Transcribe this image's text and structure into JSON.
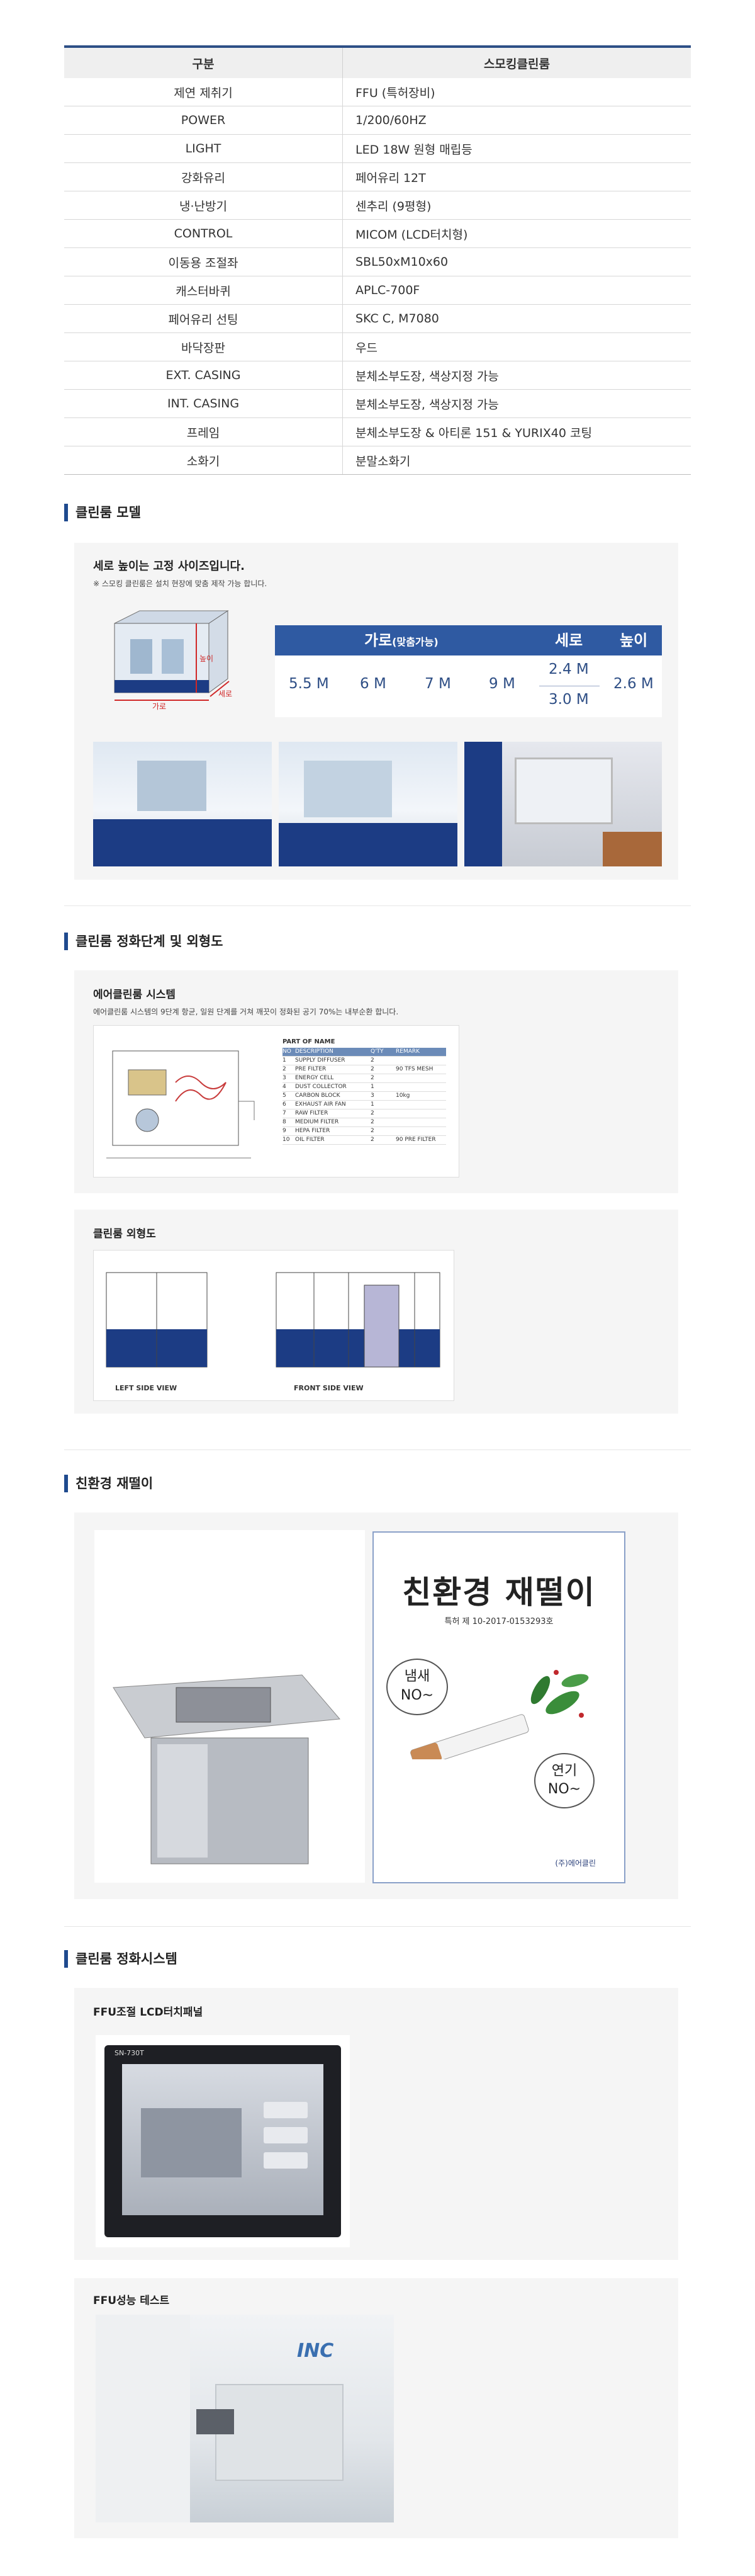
{
  "spec_table": {
    "header": [
      "구분",
      "스모킹클린룸"
    ],
    "rows": [
      [
        "제연 제취기",
        "FFU (특허장비)"
      ],
      [
        "POWER",
        "1/200/60HZ"
      ],
      [
        "LIGHT",
        "LED 18W 원형 매립등"
      ],
      [
        "강화유리",
        "페어유리 12T"
      ],
      [
        "냉·난방기",
        "센추리 (9평형)"
      ],
      [
        "CONTROL",
        "MICOM (LCD터치형)"
      ],
      [
        "이동용 조절좌",
        "SBL50xM10x60"
      ],
      [
        "캐스터바퀴",
        "APLC-700F"
      ],
      [
        "페어유리 선팅",
        "SKC C, M7080"
      ],
      [
        "바닥장판",
        "우드"
      ],
      [
        "EXT. CASING",
        "분체소부도장, 색상지정 가능"
      ],
      [
        "INT. CASING",
        "분체소부도장, 색상지정 가능"
      ],
      [
        "프레임",
        "분체소부도장 & 아티론 151 & YURIX40 코팅"
      ],
      [
        "소화기",
        "분말소화기"
      ]
    ]
  },
  "model_section": {
    "title": "클린룸 모델",
    "heading": "세로 높이는 고정 사이즈입니다.",
    "note": "※ 스모킹 클린룸은 설치 현장에 맞춤 제작 가능 합니다.",
    "dim_labels": {
      "height": "높이",
      "width": "가로",
      "depth": "세로"
    },
    "size_table": {
      "width_header": "가로",
      "width_header_suffix": "(맞춤가능)",
      "depth_header": "세로",
      "height_header": "높이",
      "widths": [
        "5.5 M",
        "6 M",
        "7 M",
        "9 M"
      ],
      "depths": [
        "2.4 M",
        "3.0 M"
      ],
      "height": "2.6 M"
    }
  },
  "stage_section": {
    "title": "클린룸 정화단계 및 외형도",
    "air_heading": "에어클린룸 시스템",
    "air_desc": "에어클린룸 시스템의 9단계 항균, 일원 단계를 거쳐 깨끗이 정화된 공기 70%는 내부순환 합니다.",
    "parts_title": "PART OF NAME",
    "parts_headers": [
      "NO",
      "DESCRIPTION",
      "Q'TY",
      "REMARK"
    ],
    "parts": [
      [
        "1",
        "SUPPLY DIFFUSER",
        "2",
        ""
      ],
      [
        "2",
        "PRE FILTER",
        "2",
        "90 TFS MESH"
      ],
      [
        "3",
        "ENERGY CELL",
        "2",
        ""
      ],
      [
        "4",
        "DUST COLLECTOR",
        "1",
        ""
      ],
      [
        "5",
        "CARBON BLOCK",
        "3",
        "10kg"
      ],
      [
        "6",
        "EXHAUST AIR FAN",
        "1",
        ""
      ],
      [
        "7",
        "RAW FILTER",
        "2",
        ""
      ],
      [
        "8",
        "MEDIUM FILTER",
        "2",
        ""
      ],
      [
        "9",
        "HEPA FILTER",
        "2",
        ""
      ],
      [
        "10",
        "OIL FILTER",
        "2",
        "90 PRE FILTER"
      ]
    ],
    "exterior_heading": "클린룸 외형도",
    "view_labels": [
      "LEFT SIDE VIEW",
      "FRONT SIDE VIEW"
    ]
  },
  "ashtray_section": {
    "title": "친환경 재떨이",
    "poster_title": "친환경 재떨이",
    "poster_sub": "특허 제 10-2017-0153293호",
    "bubble1": [
      "냄새",
      "NO~"
    ],
    "bubble2": [
      "연기",
      "NO~"
    ],
    "brand": "(주)에어클린"
  },
  "purify_section": {
    "title": "클린룸 정화시스템",
    "lcd_heading": "FFU조절 LCD터치패널",
    "monitor_model": "SN-730T",
    "test_heading": "FFU성능 테스트",
    "test_logo": "INC"
  },
  "colors": {
    "accent": "#1f4a8e",
    "table_blue": "#2f5aa2",
    "booth_navy": "#1c3c84"
  }
}
